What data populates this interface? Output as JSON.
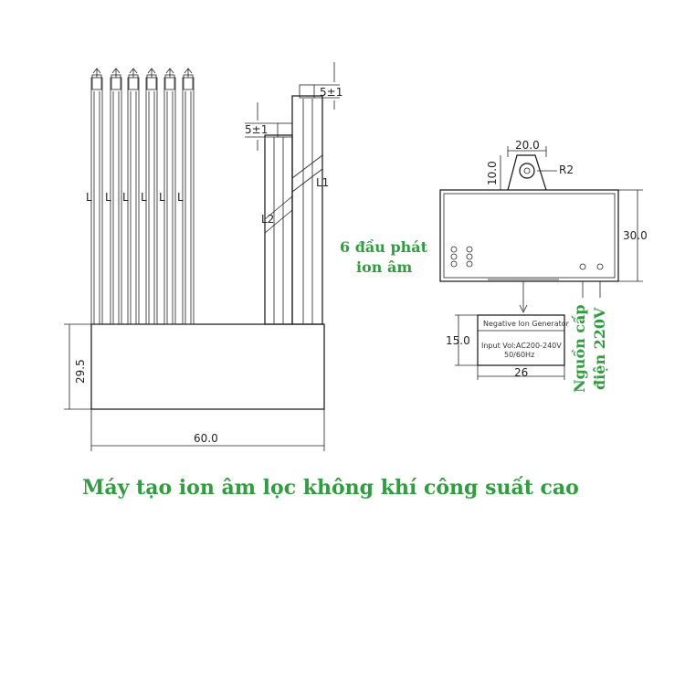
{
  "dimensions": {
    "height_body": "29.5",
    "width_body": "60.0",
    "tip_gap_left": "5±1",
    "tip_gap_right": "5±1",
    "lead_l1": "L1",
    "lead_l2": "L2",
    "lead_pin": "L",
    "top_width": "20.0",
    "top_height": "10.0",
    "radius": "R2",
    "side_height": "30.0",
    "label_height": "15.0",
    "label_width": "26"
  },
  "label_box": {
    "line1": "Negative Ion Generator",
    "line2": "Input Vol:AC200-240V",
    "line3": "50/60Hz"
  },
  "annotations": {
    "emitters_line1": "6 đầu phát",
    "emitters_line2": "ion âm",
    "power_line1": "Nguồn cấp",
    "power_line2": "điện 220V"
  },
  "caption": "Máy tạo ion âm lọc không khí công suất cao",
  "colors": {
    "accent_green": "#2e9e3e",
    "line": "#111111"
  }
}
